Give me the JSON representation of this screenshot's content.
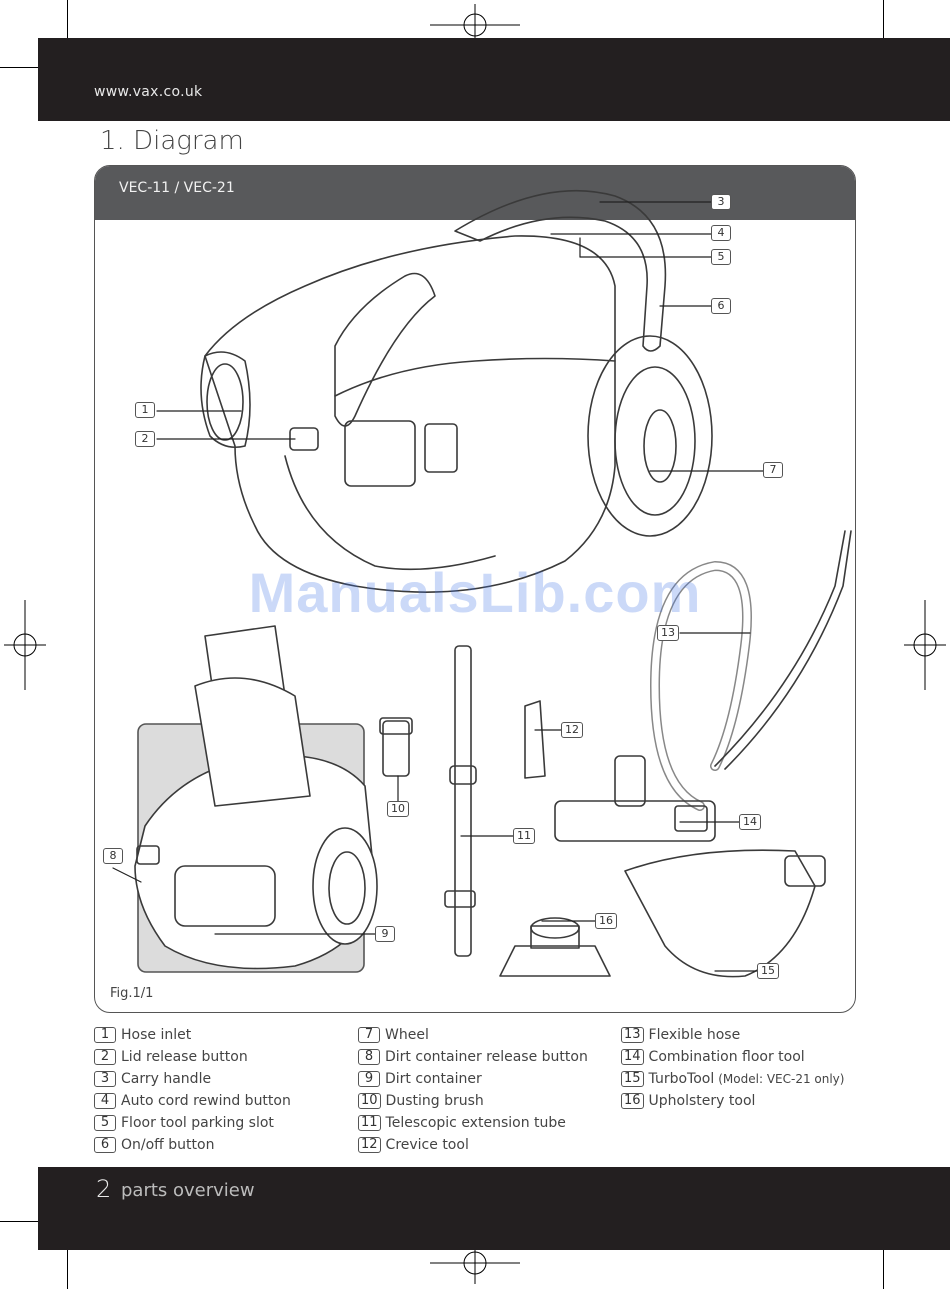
{
  "header": {
    "url": "www.vax.co.uk"
  },
  "section_title": "1. Diagram",
  "diagram": {
    "model": "VEC-11 / VEC-21",
    "figure": "Fig.1/1",
    "callouts": [
      "1",
      "2",
      "3",
      "4",
      "5",
      "6",
      "7",
      "8",
      "9",
      "10",
      "11",
      "12",
      "13",
      "14",
      "15",
      "16"
    ]
  },
  "watermark": "ManualsLib.com",
  "legend": {
    "col1": [
      {
        "num": "1",
        "label": "Hose inlet"
      },
      {
        "num": "2",
        "label": "Lid release button"
      },
      {
        "num": "3",
        "label": "Carry handle"
      },
      {
        "num": "4",
        "label": "Auto cord rewind button"
      },
      {
        "num": "5",
        "label": "Floor tool parking slot"
      },
      {
        "num": "6",
        "label": "On/off button"
      }
    ],
    "col2": [
      {
        "num": "7",
        "label": "Wheel"
      },
      {
        "num": "8",
        "label": "Dirt container release button"
      },
      {
        "num": "9",
        "label": "Dirt container"
      },
      {
        "num": "10",
        "label": "Dusting brush"
      },
      {
        "num": "11",
        "label": "Telescopic extension tube"
      },
      {
        "num": "12",
        "label": "Crevice tool"
      }
    ],
    "col3": [
      {
        "num": "13",
        "label": "Flexible hose"
      },
      {
        "num": "14",
        "label": "Combination floor tool"
      },
      {
        "num": "15",
        "label": "TurboTool",
        "note": "(Model: VEC-21 only)"
      },
      {
        "num": "16",
        "label": "Upholstery tool"
      }
    ]
  },
  "footer": {
    "page_number": "2",
    "section": "parts overview"
  }
}
